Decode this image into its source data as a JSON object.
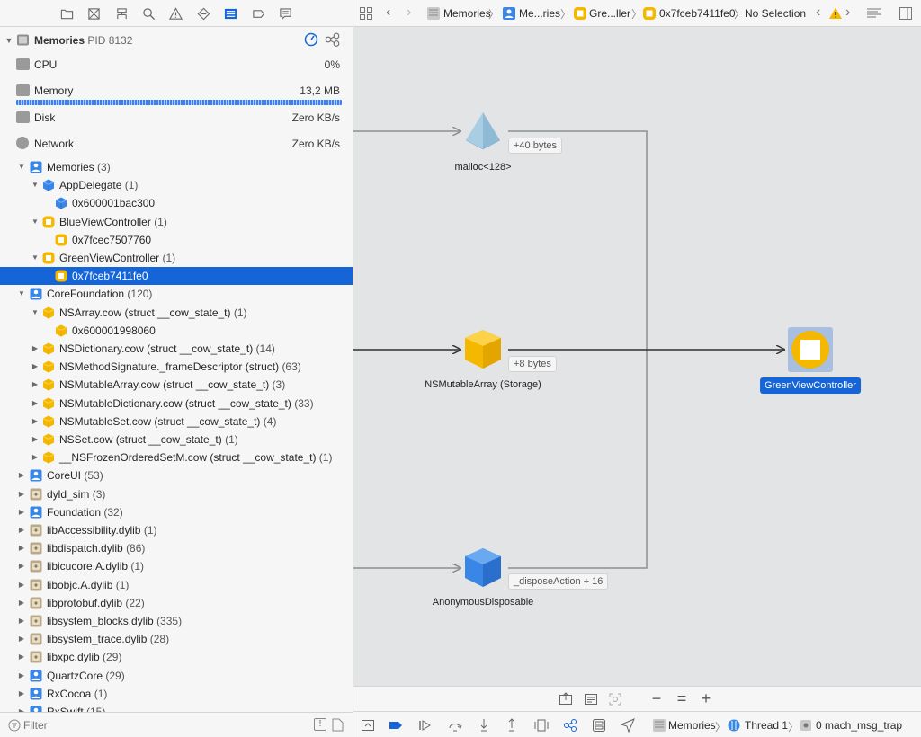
{
  "navigator": {
    "toolbar_icons": [
      "folder-icon",
      "source-control-icon",
      "symbol-icon",
      "find-icon",
      "issue-icon",
      "test-icon",
      "debug-icon",
      "breakpoint-icon",
      "report-icon"
    ],
    "process": {
      "title": "Memories",
      "pid_label": "PID 8132"
    },
    "gauges": [
      {
        "label": "CPU",
        "value": "0%"
      },
      {
        "label": "Memory",
        "value": "13,2 MB"
      },
      {
        "label": "Disk",
        "value": "Zero KB/s"
      },
      {
        "label": "Network",
        "value": "Zero KB/s"
      }
    ],
    "tree": [
      {
        "name": "Memories",
        "count": "(3)",
        "level": 0,
        "expanded": true,
        "icon": "app-icon"
      },
      {
        "name": "AppDelegate",
        "count": "(1)",
        "level": 1,
        "expanded": true,
        "icon": "class-icon"
      },
      {
        "name": "0x600001bac300",
        "count": "",
        "level": 2,
        "icon": "instance-icon"
      },
      {
        "name": "BlueViewController",
        "count": "(1)",
        "level": 1,
        "expanded": true,
        "icon": "swift-class-icon"
      },
      {
        "name": "0x7fcec7507760",
        "count": "",
        "level": 2,
        "icon": "swift-instance-icon"
      },
      {
        "name": "GreenViewController",
        "count": "(1)",
        "level": 1,
        "expanded": true,
        "icon": "swift-class-icon"
      },
      {
        "name": "0x7fceb7411fe0",
        "count": "",
        "level": 2,
        "icon": "swift-instance-icon",
        "selected": true
      },
      {
        "name": "CoreFoundation",
        "count": "(120)",
        "level": 0,
        "expanded": true,
        "icon": "app-icon"
      },
      {
        "name": "NSArray.cow (struct __cow_state_t)",
        "count": "(1)",
        "level": 1,
        "expanded": true,
        "icon": "struct-icon"
      },
      {
        "name": "0x600001998060",
        "count": "",
        "level": 2,
        "icon": "struct-icon"
      },
      {
        "name": "NSDictionary.cow (struct __cow_state_t)",
        "count": "(14)",
        "level": 1,
        "icon": "struct-icon"
      },
      {
        "name": "NSMethodSignature._frameDescriptor (struct)",
        "count": "(63)",
        "level": 1,
        "icon": "struct-icon"
      },
      {
        "name": "NSMutableArray.cow (struct __cow_state_t)",
        "count": "(3)",
        "level": 1,
        "icon": "struct-icon"
      },
      {
        "name": "NSMutableDictionary.cow (struct __cow_state_t)",
        "count": "(33)",
        "level": 1,
        "icon": "struct-icon"
      },
      {
        "name": "NSMutableSet.cow (struct __cow_state_t)",
        "count": "(4)",
        "level": 1,
        "icon": "struct-icon"
      },
      {
        "name": "NSSet.cow (struct __cow_state_t)",
        "count": "(1)",
        "level": 1,
        "icon": "struct-icon"
      },
      {
        "name": "__NSFrozenOrderedSetM.cow (struct __cow_state_t)",
        "count": "(1)",
        "level": 1,
        "icon": "struct-icon"
      },
      {
        "name": "CoreUI",
        "count": "(53)",
        "level": 0,
        "icon": "app-icon"
      },
      {
        "name": "dyld_sim",
        "count": "(3)",
        "level": 0,
        "icon": "library-icon"
      },
      {
        "name": "Foundation",
        "count": "(32)",
        "level": 0,
        "icon": "app-icon"
      },
      {
        "name": "libAccessibility.dylib",
        "count": "(1)",
        "level": 0,
        "icon": "library-icon"
      },
      {
        "name": "libdispatch.dylib",
        "count": "(86)",
        "level": 0,
        "icon": "library-icon"
      },
      {
        "name": "libicucore.A.dylib",
        "count": "(1)",
        "level": 0,
        "icon": "library-icon"
      },
      {
        "name": "libobjc.A.dylib",
        "count": "(1)",
        "level": 0,
        "icon": "library-icon"
      },
      {
        "name": "libprotobuf.dylib",
        "count": "(22)",
        "level": 0,
        "icon": "library-icon"
      },
      {
        "name": "libsystem_blocks.dylib",
        "count": "(335)",
        "level": 0,
        "icon": "library-icon"
      },
      {
        "name": "libsystem_trace.dylib",
        "count": "(28)",
        "level": 0,
        "icon": "library-icon"
      },
      {
        "name": "libxpc.dylib",
        "count": "(29)",
        "level": 0,
        "icon": "library-icon"
      },
      {
        "name": "QuartzCore",
        "count": "(29)",
        "level": 0,
        "icon": "app-icon"
      },
      {
        "name": "RxCocoa",
        "count": "(1)",
        "level": 0,
        "icon": "app-icon"
      },
      {
        "name": "RxSwift",
        "count": "(15)",
        "level": 0,
        "icon": "app-icon"
      }
    ],
    "filter": {
      "placeholder": "Filter"
    }
  },
  "jumpbar": {
    "crumbs": [
      "Memories",
      "Me...ries",
      "Gre...ller",
      "0x7fceb7411fe0",
      "No Selection"
    ]
  },
  "graph": {
    "nodes": [
      {
        "id": "malloc",
        "label": "malloc<128>",
        "tag": "+40 bytes"
      },
      {
        "id": "nsmutablearray",
        "label": "NSMutableArray (Storage)",
        "tag": "+8 bytes"
      },
      {
        "id": "disposable",
        "label": "AnonymousDisposable",
        "tag": "_disposeAction + 16"
      },
      {
        "id": "root",
        "label": "GreenViewController"
      }
    ]
  },
  "debugbar": {
    "process": "Memories",
    "thread": "Thread 1",
    "frame": "0 mach_msg_trap"
  },
  "colors": {
    "selection": "#1565d8",
    "canvas": "#e3e4e6",
    "struct_yellow": "#f5b800",
    "class_blue": "#3a86e6"
  }
}
